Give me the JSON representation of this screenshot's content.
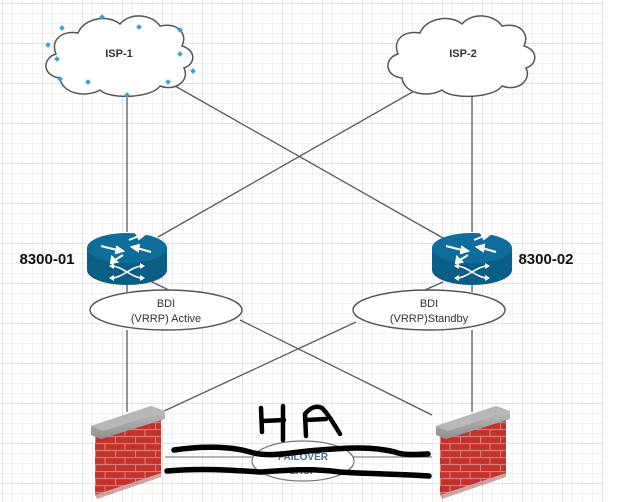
{
  "diagram": {
    "title": "Network HA topology",
    "nodes": {
      "isp1": {
        "label": "ISP-1",
        "type": "cloud"
      },
      "isp2": {
        "label": "ISP-2",
        "type": "cloud"
      },
      "router1": {
        "label": "8300-01",
        "type": "router"
      },
      "router2": {
        "label": "8300-02",
        "type": "router"
      },
      "bdi1": {
        "line1": "BDI",
        "line2": "(VRRP) Active",
        "type": "ellipse"
      },
      "bdi2": {
        "line1": "BDI",
        "line2": "(VRRP)Standby",
        "type": "ellipse"
      },
      "fw1": {
        "type": "firewall"
      },
      "fw2": {
        "type": "firewall"
      },
      "failover": {
        "line1": "FAILOVER",
        "line2": "LKSP",
        "type": "ellipse"
      }
    },
    "edges": [
      {
        "from": "isp1",
        "to": "router1"
      },
      {
        "from": "isp1",
        "to": "router2"
      },
      {
        "from": "isp2",
        "to": "router1"
      },
      {
        "from": "isp2",
        "to": "router2"
      },
      {
        "from": "bdi1",
        "to": "fw1"
      },
      {
        "from": "bdi1",
        "to": "fw2"
      },
      {
        "from": "bdi2",
        "to": "fw1"
      },
      {
        "from": "bdi2",
        "to": "fw2"
      },
      {
        "from": "fw1",
        "to": "fw2",
        "label": "failover"
      }
    ],
    "annotation": {
      "text": "HA",
      "style": "handwritten"
    },
    "colors": {
      "router": "#0b6a96",
      "firewall_brick": "#c8312c",
      "firewall_cap": "#9a9a9a",
      "selection_marker": "#3aa0e0",
      "line": "#555555",
      "ink": "#000000"
    }
  }
}
